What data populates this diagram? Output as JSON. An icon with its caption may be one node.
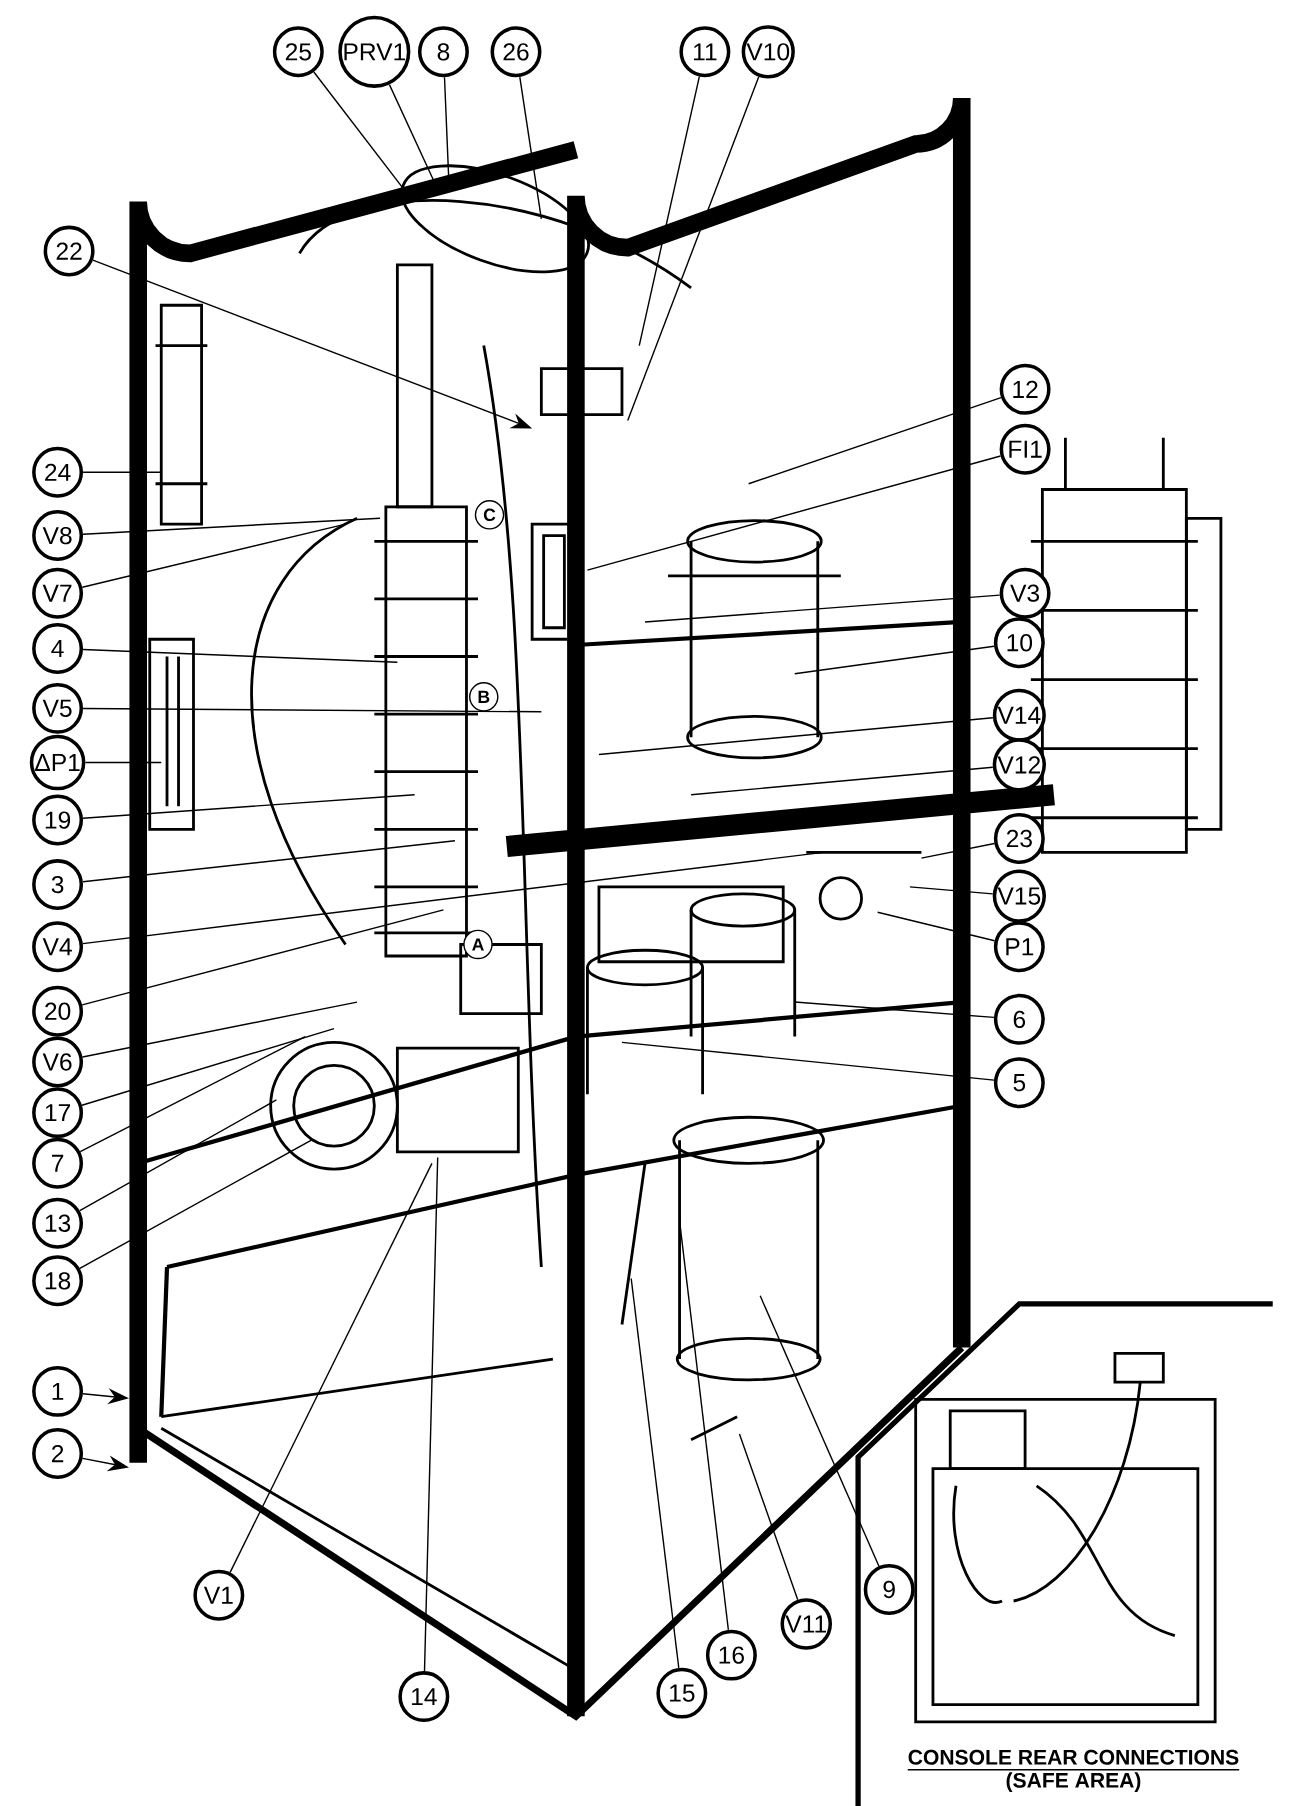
{
  "diagram": {
    "nodes": [
      {
        "text": [
          "25"
        ]
      },
      {
        "text": [
          "PRV1"
        ]
      },
      {
        "text": [
          "8"
        ]
      },
      {
        "text": [
          "26"
        ]
      },
      {
        "text": [
          "11"
        ]
      },
      {
        "text": [
          "V10"
        ]
      },
      {
        "text": [
          "22"
        ]
      },
      {
        "text": [
          "12"
        ]
      },
      {
        "text": [
          "FI1"
        ]
      },
      {
        "text": [
          "24"
        ]
      },
      {
        "text": [
          "V8"
        ]
      },
      {
        "text": [
          "V7"
        ]
      },
      {
        "text": [
          "V3"
        ]
      },
      {
        "text": [
          "10"
        ]
      },
      {
        "text": [
          "4"
        ]
      },
      {
        "text": [
          "V5"
        ]
      },
      {
        "text": [
          "V14"
        ]
      },
      {
        "text": [
          "V12"
        ]
      },
      {
        "text": [
          "ΔP1"
        ]
      },
      {
        "text": [
          "19"
        ]
      },
      {
        "text": [
          "23"
        ]
      },
      {
        "text": [
          "3"
        ]
      },
      {
        "text": [
          "V15"
        ]
      },
      {
        "text": [
          "V4"
        ]
      },
      {
        "text": [
          "P1"
        ]
      },
      {
        "text": [
          "20"
        ]
      },
      {
        "text": [
          "6"
        ]
      },
      {
        "text": [
          "V6"
        ]
      },
      {
        "text": [
          "5"
        ]
      },
      {
        "text": [
          "17"
        ]
      },
      {
        "text": [
          "7"
        ]
      },
      {
        "text": [
          "13"
        ]
      },
      {
        "text": [
          "18"
        ]
      },
      {
        "text": [
          "1"
        ]
      },
      {
        "text": [
          "2"
        ]
      },
      {
        "text": [
          "V1"
        ]
      },
      {
        "text": [
          "9"
        ]
      },
      {
        "text": [
          "V11"
        ]
      },
      {
        "text": [
          "16"
        ]
      },
      {
        "text": [
          "15"
        ]
      },
      {
        "text": [
          "14"
        ]
      }
    ],
    "edges": [
      {
        "from": 0,
        "to": null,
        "arrow": "none"
      },
      {
        "from": 1,
        "to": null,
        "arrow": "none"
      },
      {
        "from": 2,
        "to": null,
        "arrow": "none"
      },
      {
        "from": 3,
        "to": null,
        "arrow": "none"
      },
      {
        "from": 4,
        "to": null,
        "arrow": "none"
      },
      {
        "from": 5,
        "to": null,
        "arrow": "none"
      },
      {
        "from": 6,
        "to": null,
        "arrow": "to"
      },
      {
        "from": 7,
        "to": null,
        "arrow": "none"
      },
      {
        "from": 8,
        "to": null,
        "arrow": "none"
      },
      {
        "from": 9,
        "to": null,
        "arrow": "none"
      },
      {
        "from": 10,
        "to": null,
        "arrow": "none"
      },
      {
        "from": 11,
        "to": null,
        "arrow": "none"
      },
      {
        "from": 12,
        "to": null,
        "arrow": "none"
      },
      {
        "from": 13,
        "to": null,
        "arrow": "none"
      },
      {
        "from": 14,
        "to": null,
        "arrow": "none"
      },
      {
        "from": 15,
        "to": null,
        "arrow": "none"
      },
      {
        "from": 16,
        "to": null,
        "arrow": "none"
      },
      {
        "from": 17,
        "to": null,
        "arrow": "none"
      },
      {
        "from": 18,
        "to": null,
        "arrow": "none"
      },
      {
        "from": 19,
        "to": null,
        "arrow": "none"
      },
      {
        "from": 20,
        "to": null,
        "arrow": "none"
      },
      {
        "from": 21,
        "to": null,
        "arrow": "none"
      },
      {
        "from": 22,
        "to": null,
        "arrow": "none"
      },
      {
        "from": 23,
        "to": null,
        "arrow": "none"
      },
      {
        "from": 24,
        "to": null,
        "arrow": "none"
      },
      {
        "from": 25,
        "to": null,
        "arrow": "none"
      },
      {
        "from": 26,
        "to": null,
        "arrow": "none"
      },
      {
        "from": 27,
        "to": null,
        "arrow": "none"
      },
      {
        "from": 28,
        "to": null,
        "arrow": "none"
      },
      {
        "from": 29,
        "to": null,
        "arrow": "none"
      },
      {
        "from": 30,
        "to": null,
        "arrow": "none"
      },
      {
        "from": 31,
        "to": null,
        "arrow": "none"
      },
      {
        "from": 32,
        "to": null,
        "arrow": "none"
      },
      {
        "from": 33,
        "to": null,
        "arrow": "to"
      },
      {
        "from": 34,
        "to": null,
        "arrow": "to"
      },
      {
        "from": 35,
        "to": null,
        "arrow": "none"
      },
      {
        "from": 36,
        "to": null,
        "arrow": "none"
      },
      {
        "from": 37,
        "to": null,
        "arrow": "none"
      },
      {
        "from": 38,
        "to": null,
        "arrow": "none"
      },
      {
        "from": 39,
        "to": null,
        "arrow": "none"
      },
      {
        "from": 40,
        "to": null,
        "arrow": "none"
      }
    ],
    "labels": [
      "C",
      "B",
      "A",
      "CONSOLE REAR CONNECTIONS",
      "(SAFE AREA)"
    ]
  }
}
